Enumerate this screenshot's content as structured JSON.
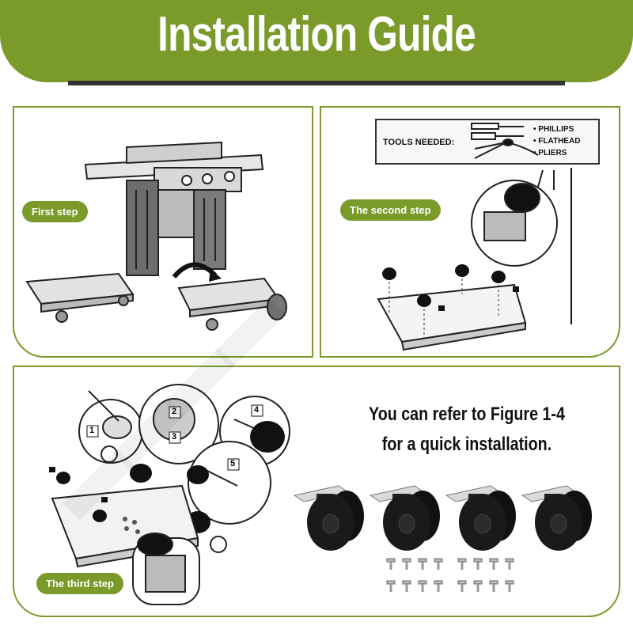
{
  "header": {
    "title": "Installation Guide"
  },
  "steps": [
    {
      "label": "First step"
    },
    {
      "label": "The second step"
    },
    {
      "label": "The third step"
    }
  ],
  "tools": {
    "title": "TOOLS NEEDED:",
    "items": [
      "• PHILLIPS",
      "• FLATHEAD",
      "• PLIERS"
    ]
  },
  "callouts": [
    "1",
    "2",
    "3",
    "4",
    "5"
  ],
  "refer_text": {
    "line1": "You can refer to Figure 1-4",
    "line2": "for a quick installation."
  },
  "colors": {
    "accent": "#7a9a2a",
    "dark": "#333333"
  },
  "casters": {
    "count": 4,
    "screws": 16
  }
}
